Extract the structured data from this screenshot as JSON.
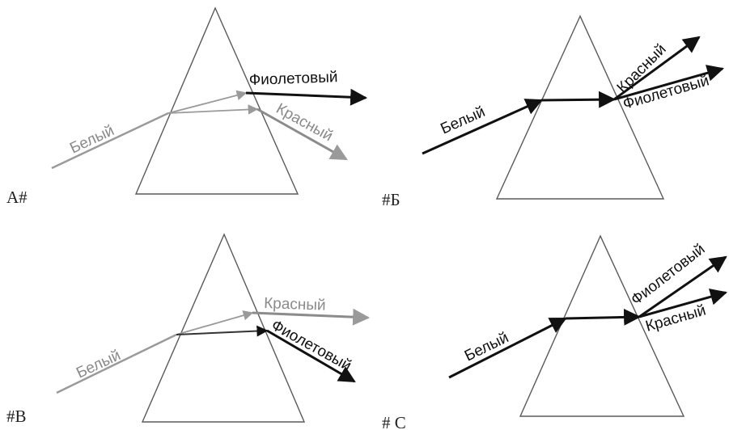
{
  "panels": {
    "a": {
      "id": "A#",
      "white": "Белый",
      "upper": "Фиолетовый",
      "lower": "Красный"
    },
    "b": {
      "id": "#Б",
      "white": "Белый",
      "upper": "Красный",
      "lower": "Фиолетовый"
    },
    "c": {
      "id": "#В",
      "white": "Белый",
      "upper": "Красный",
      "lower": "Фиолетовый"
    },
    "d": {
      "id": "# С",
      "white": "Белый",
      "upper": "Фиолетовый",
      "lower": "Красный"
    }
  },
  "colors": {
    "ink": "#111111",
    "faded": "#9a9a9a",
    "prism": "#5a5a5a"
  }
}
